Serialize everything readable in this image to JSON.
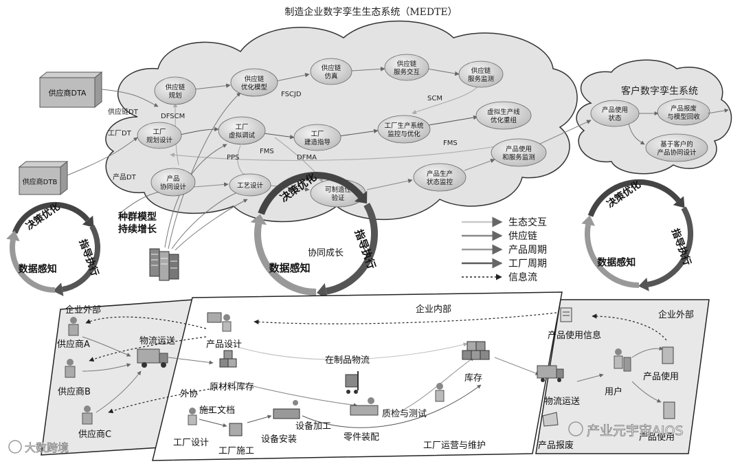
{
  "title": "制造企业数字孪生生态系统（MEDTE）",
  "customer_system_title": "客户数字孪生系统",
  "left_boxes": {
    "supplier_dta": "供应商DTA",
    "supplier_dtb": "供应商DTB"
  },
  "row_labels": {
    "supply_dt": "供应链DT",
    "factory_dt": "工厂DT",
    "product_dt": "产品DT"
  },
  "cloud_nodes": {
    "sc_plan": [
      "供应链",
      "规划"
    ],
    "sc_opt": [
      "供应链",
      "优化模型"
    ],
    "sc_sim": [
      "供应链",
      "仿真"
    ],
    "sc_svc": [
      "供应链",
      "服务交互"
    ],
    "sc_mon": [
      "供应链",
      "服务监测"
    ],
    "fac_plan": [
      "工厂",
      "规划设计"
    ],
    "fac_debug": [
      "工厂",
      "虚拟调试"
    ],
    "fac_build": [
      "工厂",
      "建造指导"
    ],
    "fac_prod": [
      "工厂生产系统",
      "监控与优化"
    ],
    "virt_line": [
      "虚拟生产线",
      "优化重组"
    ],
    "prod_design": [
      "产品",
      "协同设计"
    ],
    "process": [
      "工艺设计"
    ],
    "mfg_verify": [
      "可制造性",
      "验证"
    ],
    "prod_state": [
      "产品生产",
      "状态监控"
    ],
    "prod_use_mon": [
      "产品使用",
      "和服务监测"
    ]
  },
  "cloud_small_labels": {
    "dfscm": "DFSCM",
    "fscjd": "FSCJD",
    "scm": "SCM",
    "pps": "PPS",
    "fms1": "FMS",
    "dfma": "DFMA",
    "fms2": "FMS"
  },
  "customer_nodes": {
    "use_state": [
      "产品使用",
      "状态"
    ],
    "scrap": [
      "产品报废",
      "与模型回收"
    ],
    "collab": [
      "基于客户的",
      "产品协同设计"
    ]
  },
  "cycle_labels": {
    "decision": "决策优化",
    "guide": "指导执行",
    "sense": "数据感知"
  },
  "growth_labels": {
    "population": [
      "种群模型",
      "持续增长"
    ],
    "collab_growth": "协同成长"
  },
  "legend": [
    {
      "label": "生态交互",
      "color": "#c8c8c8"
    },
    {
      "label": "供应链",
      "color": "#888888"
    },
    {
      "label": "产品周期",
      "color": "#9a9a9a"
    },
    {
      "label": "工厂周期",
      "color": "#5a5a5a"
    },
    {
      "label": "信息流",
      "color": "#222222"
    }
  ],
  "bottom": {
    "ext_left": "企业外部",
    "internal": "企业内部",
    "ext_right": "企业外部",
    "supplier_a": "供应商A",
    "supplier_b": "供应商B",
    "supplier_c": "供应商C",
    "logistics_left": "物流运送",
    "product_design": "产品设计",
    "raw_material": "原材料库存",
    "wip": "在制品物流",
    "inventory": "库存",
    "outsourcing": "外协",
    "construction_doc": "施工文档",
    "equip_process": "设备加工",
    "quality": "质检与测试",
    "parts_assembly": "零件装配",
    "factory_design": "工厂设计",
    "factory_build": "工厂施工",
    "equip_install": "设备安装",
    "factory_ops": "工厂运营与维护",
    "product_use_info": "产品使用信息",
    "logistics_right": "物流运送",
    "user": "用户",
    "product_use_1": "产品使用",
    "product_use_2": "产品使用",
    "product_scrap": "产品报废"
  },
  "watermarks": {
    "left": "大数跨境",
    "right": "产业元宇宙AIOS"
  }
}
